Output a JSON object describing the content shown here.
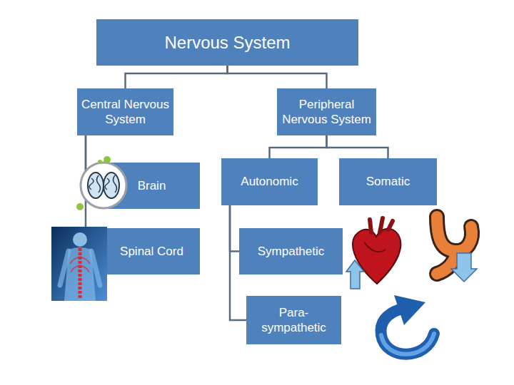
{
  "diagram": {
    "nodes": [
      {
        "text": [
          "Nervous System"
        ]
      },
      {
        "text": [
          "Central Nervous System"
        ]
      },
      {
        "text": [
          "Peripheral Nervous System"
        ]
      },
      {
        "text": [
          "Brain"
        ]
      },
      {
        "text": [
          "Spinal Cord"
        ]
      },
      {
        "text": [
          "Autonomic"
        ]
      },
      {
        "text": [
          "Somatic"
        ]
      },
      {
        "text": [
          "Sympathetic"
        ]
      },
      {
        "text": [
          "Para- sympathetic"
        ]
      }
    ],
    "edges": [
      {
        "from": 0,
        "to": 1,
        "arrow": "none"
      },
      {
        "from": 0,
        "to": 2,
        "arrow": "none"
      },
      {
        "from": 1,
        "to": 3,
        "arrow": "none"
      },
      {
        "from": 1,
        "to": 4,
        "arrow": "none"
      },
      {
        "from": 2,
        "to": 5,
        "arrow": "none"
      },
      {
        "from": 2,
        "to": 6,
        "arrow": "none"
      },
      {
        "from": 5,
        "to": 7,
        "arrow": "none"
      },
      {
        "from": 5,
        "to": 8,
        "arrow": "none"
      }
    ]
  }
}
